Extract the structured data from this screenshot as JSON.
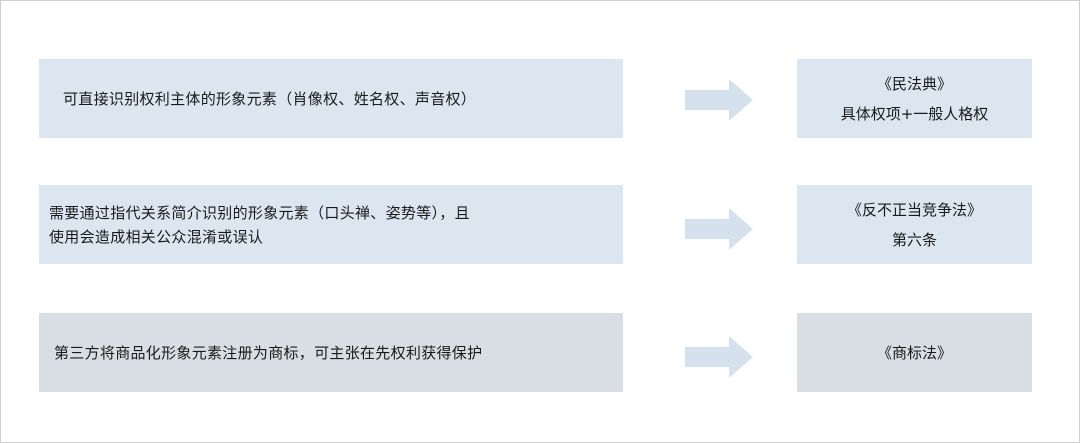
{
  "rows": [
    {
      "left": "可直接识别权利主体的形象元素（肖像权、姓名权、声音权）",
      "right": [
        "《民法典》",
        "具体权项+一般人格权"
      ]
    },
    {
      "left": "需要通过指代关系简介识别的形象元素（口头禅、姿势等），且\n使用会造成相关公众混淆或误认",
      "right": [
        "《反不正当竞争法》",
        "第六条"
      ]
    },
    {
      "left": "第三方将商品化形象元素注册为商标，可主张在先权利获得保护",
      "right": [
        "《商标法》"
      ]
    }
  ],
  "colors": {
    "box_blue": "#dce6f1",
    "box_gray": "#d9dde4",
    "arrow": "#d6e1ee"
  },
  "icons": {
    "arrow": "right-arrow-icon"
  }
}
